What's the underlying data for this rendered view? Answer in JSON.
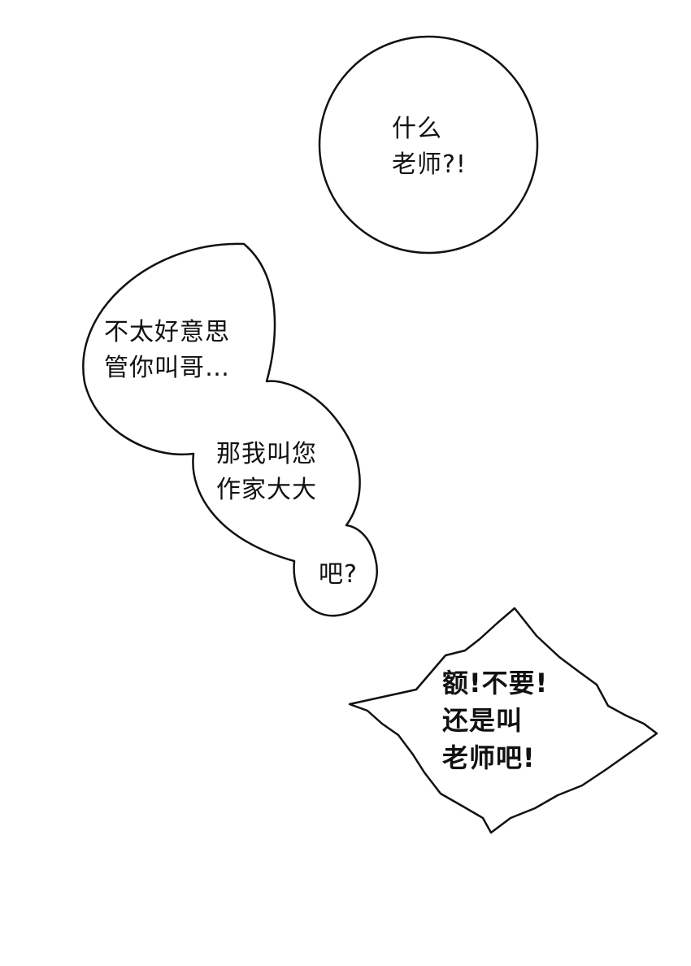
{
  "bubbles": {
    "top_right": {
      "line1": "什么",
      "line2": "老师?!"
    },
    "left": {
      "line1": "不太好意思",
      "line2": "管你叫哥…"
    },
    "middle": {
      "line1": "那我叫您",
      "line2": "作家大大"
    },
    "small": {
      "line1": "吧?"
    },
    "shout": {
      "line1": "额!不要!",
      "line2": "还是叫",
      "line3": "老师吧!"
    }
  },
  "colors": {
    "background": "#ffffff",
    "ink": "#111111"
  }
}
